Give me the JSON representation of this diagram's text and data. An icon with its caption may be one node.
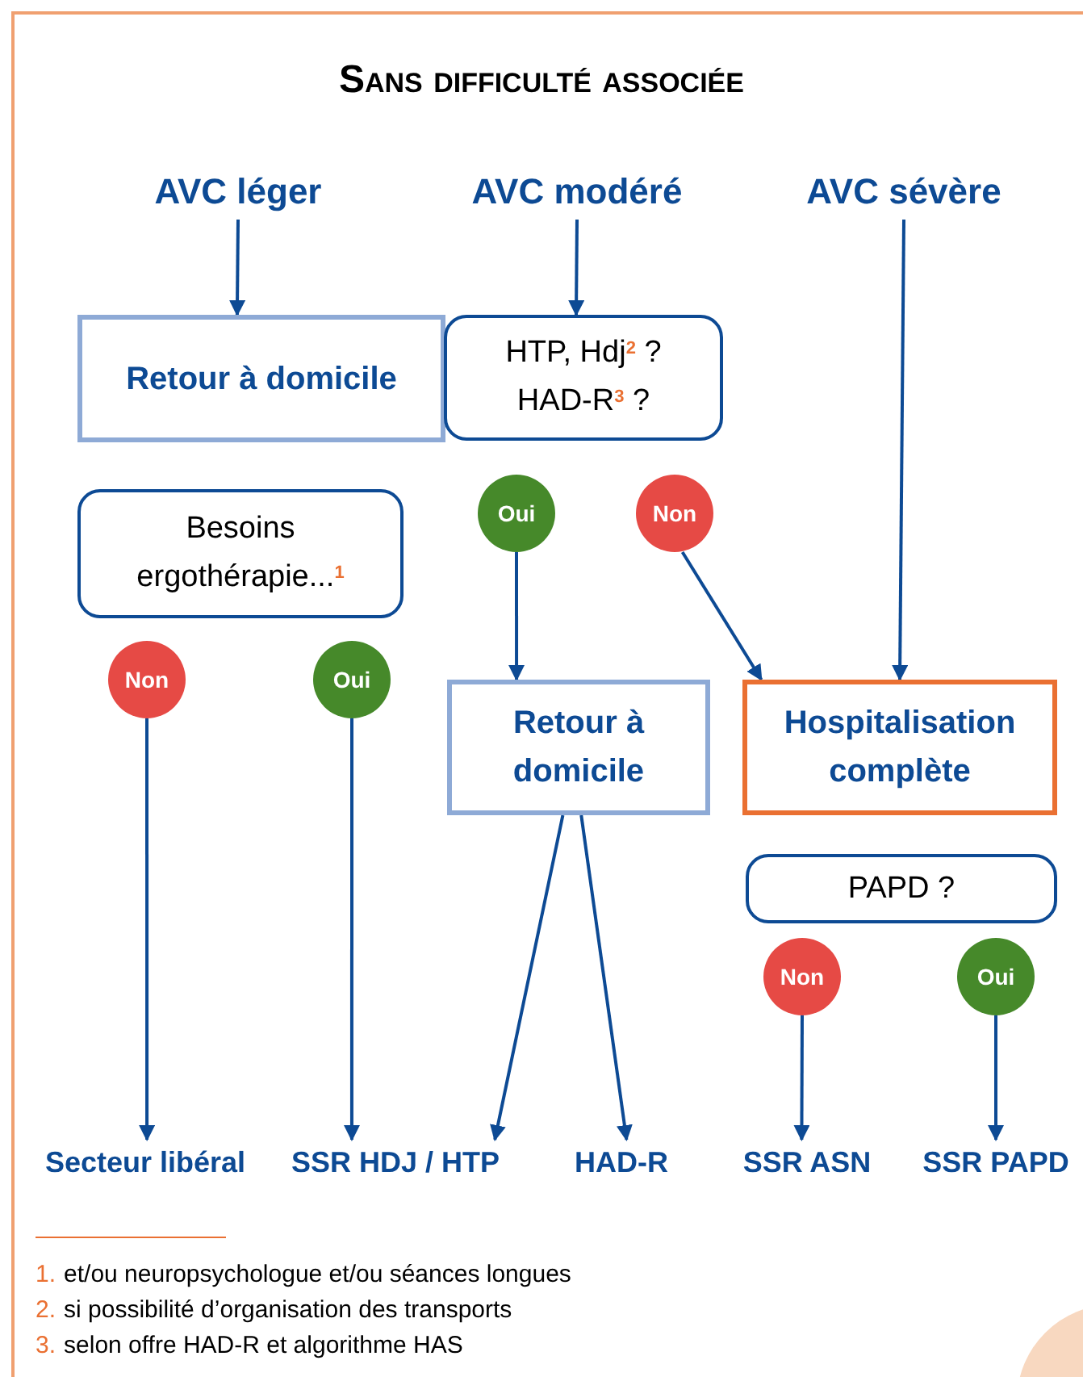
{
  "diagram": {
    "title": "Sans difficulté associée",
    "nodes": [
      {
        "text": [
          "AVC léger"
        ]
      },
      {
        "text": [
          "AVC modéré"
        ]
      },
      {
        "text": [
          "AVC sévère"
        ]
      },
      {
        "text": [
          "Retour à domicile"
        ]
      },
      {
        "text": [
          "HTP, Hdj$^{2}$ ?",
          "HAD-R$^{3}$ ?"
        ]
      },
      {
        "text": [
          "Oui"
        ]
      },
      {
        "text": [
          "Non"
        ]
      },
      {
        "text": [
          "Besoins ergothérapie...$^{1}$"
        ]
      },
      {
        "text": [
          "Non"
        ]
      },
      {
        "text": [
          "Oui"
        ]
      },
      {
        "text": [
          "Retour à domicile"
        ]
      },
      {
        "text": [
          "Hospitalisation complète"
        ]
      },
      {
        "text": [
          "PAPD ?"
        ]
      },
      {
        "text": [
          "Non"
        ]
      },
      {
        "text": [
          "Oui"
        ]
      },
      {
        "text": [
          "Secteur libéral"
        ]
      },
      {
        "text": [
          "SSR HDJ / HTP"
        ]
      },
      {
        "text": [
          "HAD-R"
        ]
      },
      {
        "text": [
          "SSR ASN"
        ]
      },
      {
        "text": [
          "SSR PAPD"
        ]
      }
    ],
    "edges": [
      {
        "from": 0,
        "to": 3,
        "arrow": "to"
      },
      {
        "from": 1,
        "to": 4,
        "arrow": "to"
      },
      {
        "from": 2,
        "to": 11,
        "arrow": "to"
      },
      {
        "from": 5,
        "to": 10,
        "arrow": "to"
      },
      {
        "from": 6,
        "to": 11,
        "arrow": "to"
      },
      {
        "from": 8,
        "to": 15,
        "arrow": "to"
      },
      {
        "from": 9,
        "to": 16,
        "arrow": "to"
      },
      {
        "from": 10,
        "to": 16,
        "arrow": "to"
      },
      {
        "from": 10,
        "to": 17,
        "arrow": "to"
      },
      {
        "from": 13,
        "to": 18,
        "arrow": "to"
      },
      {
        "from": 14,
        "to": 19,
        "arrow": "to"
      }
    ],
    "labels": [
      "1.",
      "et/ou neuropsychologue et/ou séances longues",
      "2.",
      "si possibilité d’organisation des transports",
      "3.",
      "selon offre HAD-R et algorithme HAS"
    ]
  }
}
